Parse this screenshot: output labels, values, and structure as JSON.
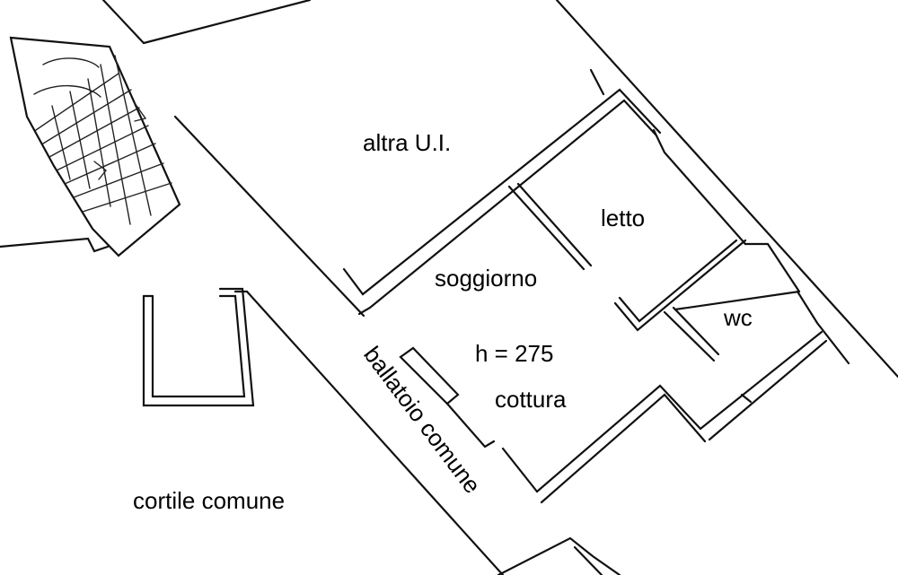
{
  "labels": {
    "altra_ui": "altra U.I.",
    "letto": "letto",
    "soggiorno": "soggiorno",
    "wc": "wc",
    "height_note": "h = 275",
    "cottura": "cottura",
    "cortile_comune": "cortile comune",
    "ballatoio_comune": "ballatoio comune"
  },
  "colors": {
    "line": "#111111",
    "background": "#ffffff"
  }
}
